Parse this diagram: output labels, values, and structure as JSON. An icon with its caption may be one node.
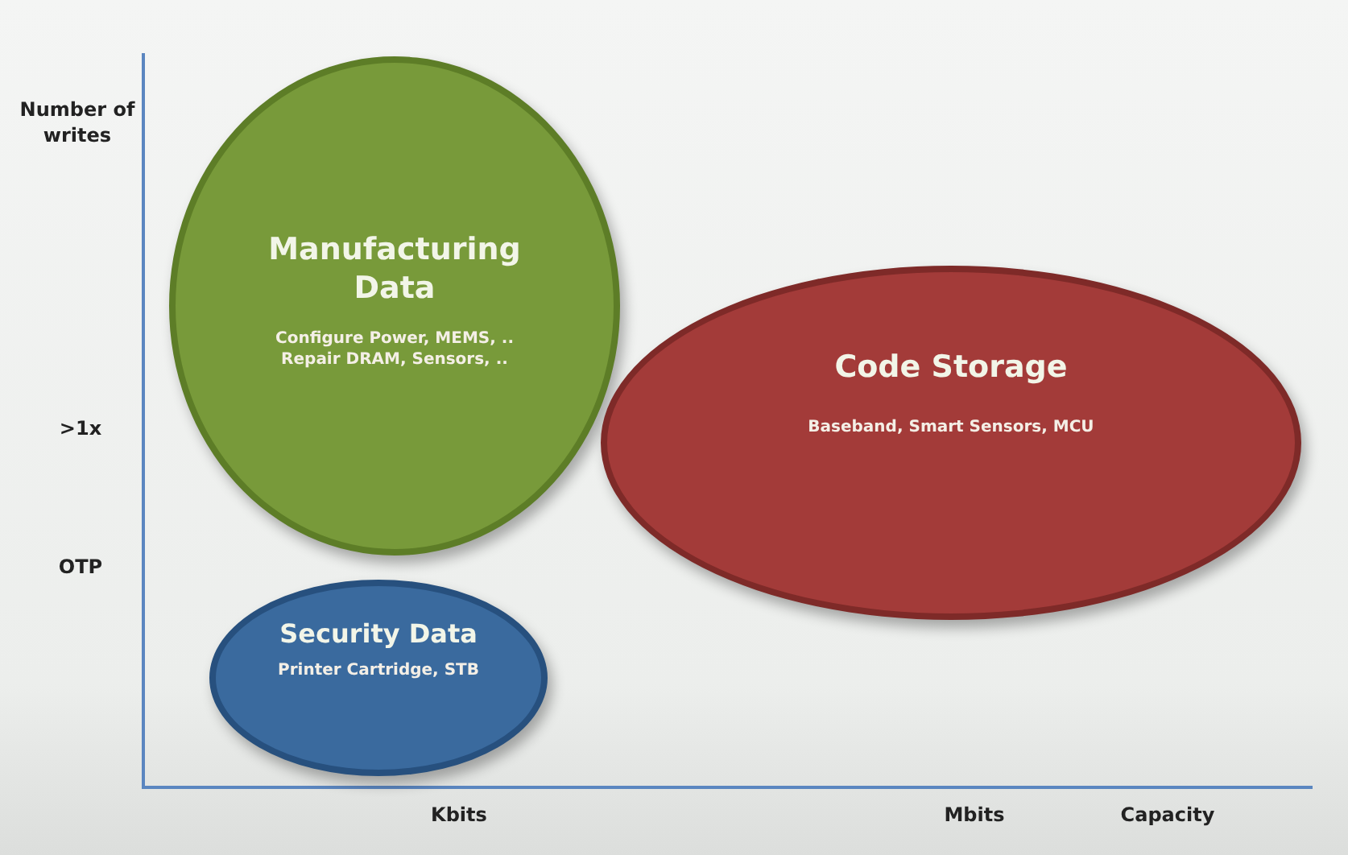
{
  "diagram": {
    "nodes": [
      {
        "text": [
          "Manufacturing Data",
          "Configure Power, MEMS, .. Repair DRAM, Sensors, .."
        ]
      },
      {
        "text": [
          "Code Storage",
          "Baseband, Smart Sensors, MCU"
        ]
      },
      {
        "text": [
          "Security Data",
          "Printer Cartridge, STB"
        ]
      }
    ],
    "labels": [
      "Number of writes",
      ">1x",
      "OTP",
      "Kbits",
      "Mbits",
      "Capacity"
    ]
  }
}
